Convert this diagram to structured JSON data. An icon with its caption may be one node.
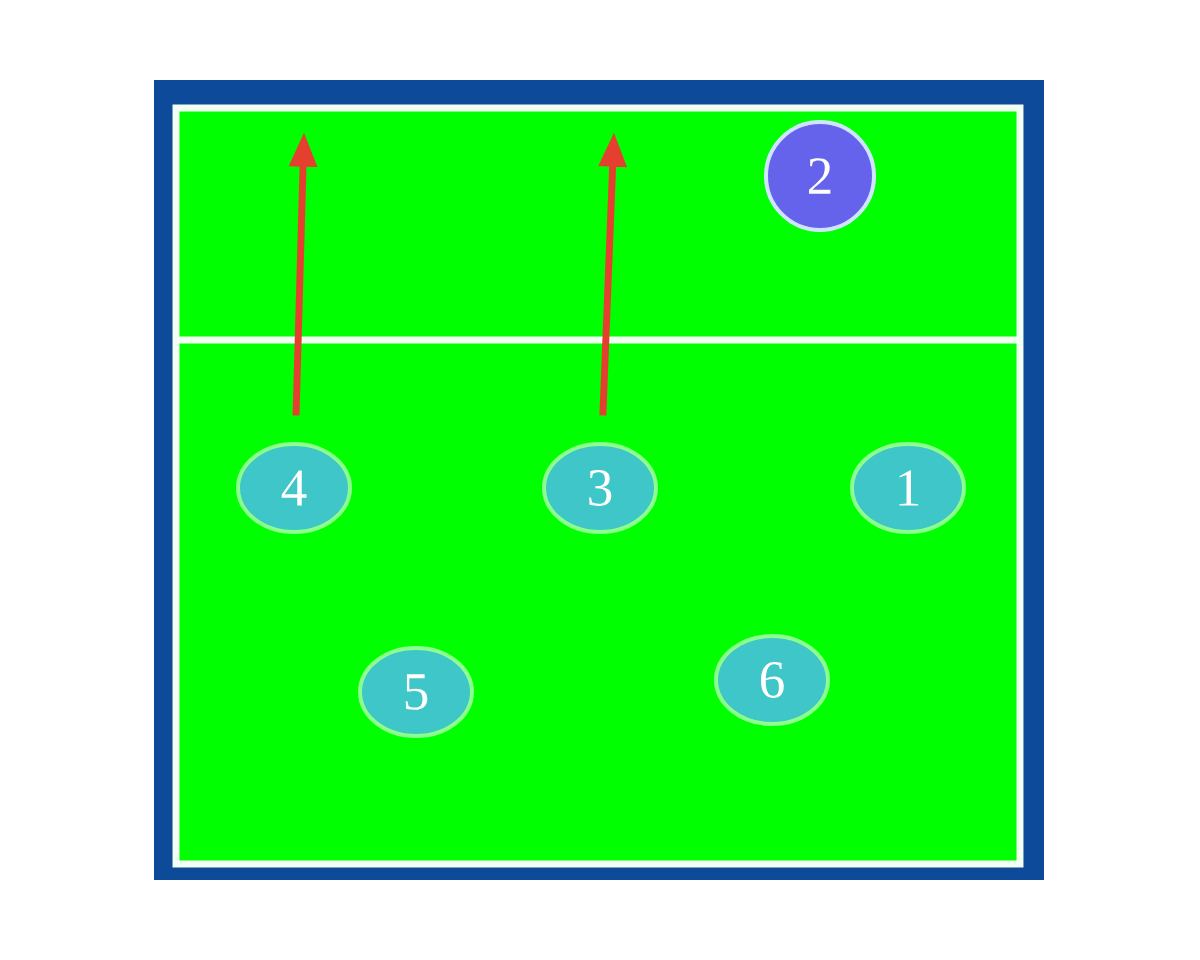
{
  "diagram": {
    "nodes": [
      {
        "text": [
          "2"
        ]
      },
      {
        "text": [
          "4"
        ]
      },
      {
        "text": [
          "3"
        ]
      },
      {
        "text": [
          "1"
        ]
      },
      {
        "text": [
          "5"
        ]
      },
      {
        "text": [
          "6"
        ]
      }
    ],
    "edges": [
      {
        "from": 1,
        "to": null,
        "arrow": "to"
      },
      {
        "from": 2,
        "to": null,
        "arrow": "to"
      }
    ]
  }
}
